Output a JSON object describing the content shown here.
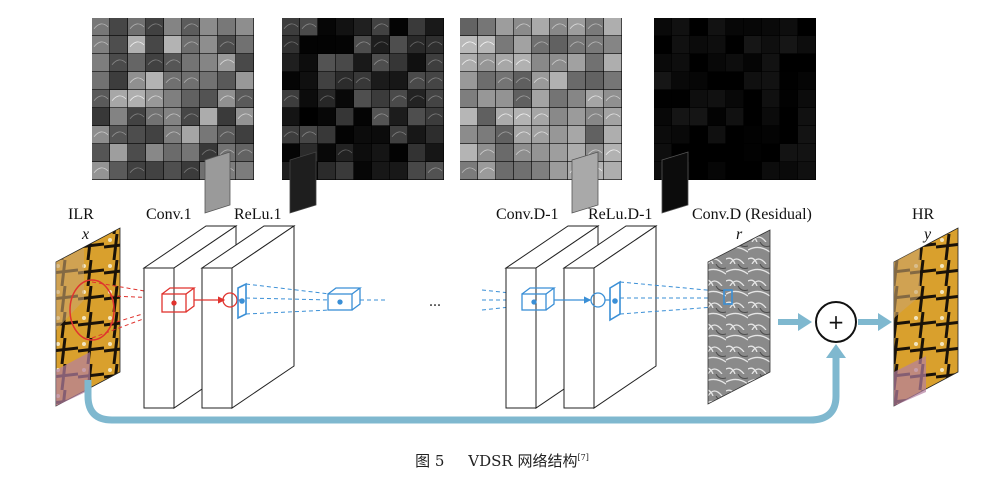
{
  "labels": {
    "input": "ILR",
    "input_var": "x",
    "conv1": "Conv.1",
    "relu1": "ReLu.1",
    "conv_d1": "Conv.D-1",
    "relu_d1": "ReLu.D-1",
    "conv_d": "Conv.D (Residual)",
    "residual_var": "r",
    "output": "HR",
    "output_var": "y",
    "ellipsis": "...",
    "plus": "+"
  },
  "caption": {
    "prefix": "图 5",
    "text": "VDSR 网络结构",
    "ref": "[7]"
  },
  "colors": {
    "red": "#e0332e",
    "blue": "#3a8fd6",
    "arrow": "#7fb8cf",
    "butterfly_orange": "#d99a2a",
    "butterfly_black": "#1a1208"
  },
  "feature_maps": [
    {
      "name": "conv1-maps",
      "brightness": "mid-gray"
    },
    {
      "name": "relu1-maps",
      "brightness": "dark"
    },
    {
      "name": "convd1-maps",
      "brightness": "light-gray"
    },
    {
      "name": "relud1-maps",
      "brightness": "very-dark"
    }
  ]
}
